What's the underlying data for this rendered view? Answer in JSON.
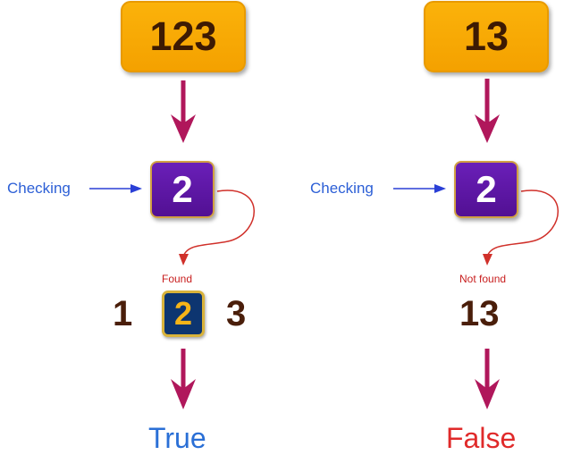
{
  "left": {
    "input_number": "123",
    "checking_label": "Checking",
    "check_digit": "2",
    "status_label": "Found",
    "digits": [
      "1",
      "2",
      "3"
    ],
    "result": "True"
  },
  "right": {
    "input_number": "13",
    "checking_label": "Checking",
    "check_digit": "2",
    "status_label": "Not found",
    "remaining": "13",
    "result": "False"
  },
  "colors": {
    "input_box": "#f4a100",
    "check_box": "#5a159f",
    "main_arrow": "#b0175b",
    "checking_arrow": "#2a3fd6",
    "curve_arrow": "#d0302a",
    "true_text": "#2a6fd6",
    "false_text": "#e02a2a"
  }
}
